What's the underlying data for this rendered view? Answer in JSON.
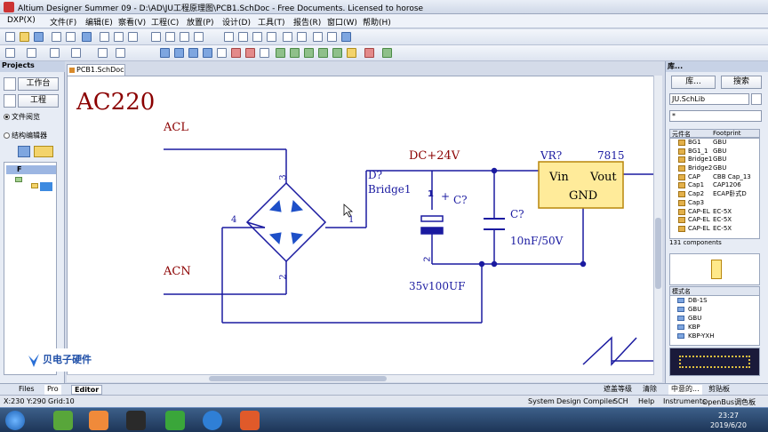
{
  "window": {
    "title": "Altium Designer Summer 09 - D:\\AD\\JU工程原理图\\PCB1.SchDoc - Free Documents. Licensed to horose"
  },
  "menu": [
    "DXP(X)",
    "文件(F)",
    "编辑(E)",
    "察看(V)",
    "工程(C)",
    "放置(P)",
    "设计(D)",
    "工具(T)",
    "报告(R)",
    "窗口(W)",
    "帮助(H)"
  ],
  "left_panel": {
    "title": "Projects",
    "workspace_btn": "工作台",
    "project_btn": "工程",
    "view_file": "文件阅览",
    "view_struct": "结构编辑器",
    "tree_root": "F"
  },
  "document_tab": "PCB1.SchDoc",
  "schematic": {
    "title": "AC220",
    "acl": "ACL",
    "acn": "ACN",
    "bridge_ref": "D?",
    "bridge_val": "Bridge1",
    "pin1": "1",
    "pin2": "2",
    "pin3": "3",
    "pin4": "4",
    "net_24v": "DC+24V",
    "cap1_ref": "C?",
    "cap1_val": "35v100UF",
    "cap1_plus": "+",
    "cap1_pin1": "1",
    "cap1_pin2": "2",
    "cap2_ref": "C?",
    "cap2_val": "10nF/50V",
    "reg_ref": "VR?",
    "reg_part": "7815",
    "reg_vin": "Vin",
    "reg_vout": "Vout",
    "reg_gnd": "GND",
    "colors": {
      "wire": "#1a1aa0",
      "text": "#8b0000",
      "ref": "#1a1aa0",
      "reg_fill": "#ffeb9a",
      "reg_stroke": "#b8860b",
      "diode": "#1e50c8",
      "title": "#8b0000"
    }
  },
  "right_panel": {
    "title": "库...",
    "lib_btn": "库...",
    "search_btn": "搜索",
    "lib_select": "JU.SchLib",
    "filter": "*",
    "col_name": "元件名",
    "col_footprint": "Footprint",
    "components": [
      {
        "name": "BG1",
        "fp": "GBU"
      },
      {
        "name": "BG1_1",
        "fp": "GBU"
      },
      {
        "name": "Bridge1",
        "fp": "GBU"
      },
      {
        "name": "Bridge2",
        "fp": "GBU"
      },
      {
        "name": "CAP",
        "fp": "CBB Cap_13"
      },
      {
        "name": "Cap1",
        "fp": "CAP1206"
      },
      {
        "name": "Cap2",
        "fp": "ECAP卧式D"
      },
      {
        "name": "Cap3",
        "fp": ""
      },
      {
        "name": "CAP-EL",
        "fp": "EC-5X"
      },
      {
        "name": "CAP-EL",
        "fp": "EC-5X"
      },
      {
        "name": "CAP-EL",
        "fp": "EC-5X"
      }
    ],
    "count": "131 components",
    "models_title": "模式名",
    "models": [
      "DB-1S",
      "GBU",
      "GBU",
      "KBP",
      "KBP-YXH"
    ]
  },
  "bottom_tabs": {
    "files": "Files",
    "projects": "Pro",
    "editor": "Editor",
    "sym1": "遮盖等级",
    "sym2": "清除",
    "chinese": "中意的...",
    "clip": "剪贴板"
  },
  "status": {
    "coords": "X:230 Y:290",
    "grid": "Grid:10",
    "system": "System",
    "compiler": "Design Compiler",
    "sch": "SCH",
    "help": "Help",
    "instruments": "Instruments",
    "openbus": "OpenBus调色板"
  },
  "taskbar": {
    "time": "23:27",
    "date": "2019/6/20"
  },
  "watermark": "贝电子硬件"
}
